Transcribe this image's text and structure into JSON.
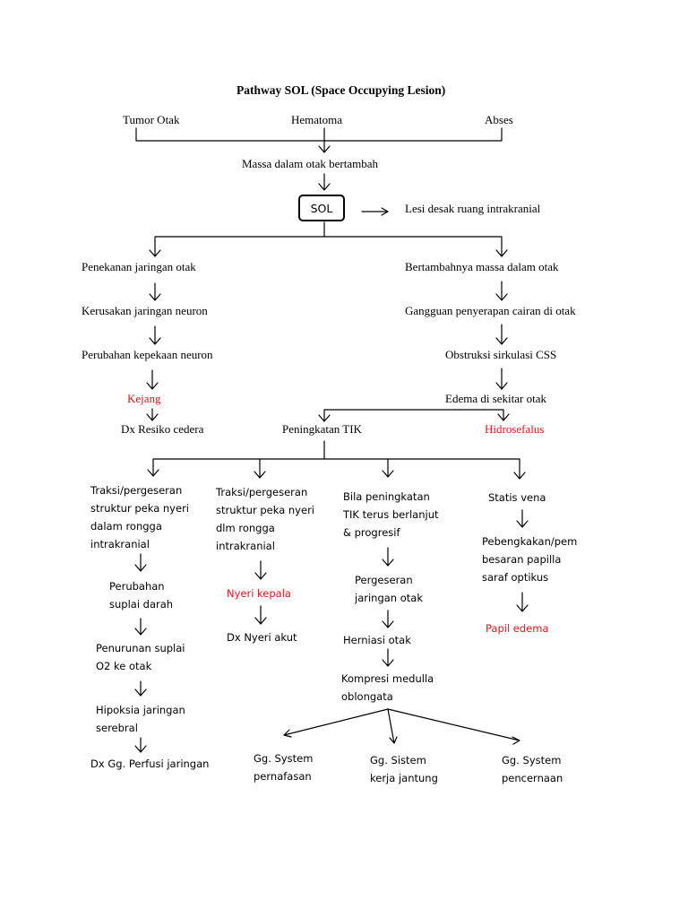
{
  "title": "Pathway SOL (Space Occupying Lesion)",
  "causes": {
    "tumor": "Tumor  Otak",
    "hematoma": "Hematoma",
    "abses": "Abses"
  },
  "massa": "Massa dalam otak bertambah",
  "sol": {
    "label": "SOL",
    "definition": "Lesi desak ruang intrakranial"
  },
  "left_chain": {
    "penekanan": "Penekanan jaringan otak",
    "kerusakan": "Kerusakan jaringan neuron",
    "perubahan": "Perubahan kepekaan neuron",
    "kejang": "Kejang",
    "dx_resiko": "Dx Resiko cedera"
  },
  "right_chain": {
    "bertambahnya": "Bertambahnya massa dalam otak",
    "gangguan": "Gangguan penyerapan cairan di otak",
    "obstruksi": "Obstruksi sirkulasi CSS",
    "edema": "Edema di sekitar otak",
    "hidrosefalus": "Hidrosefalus"
  },
  "peningkatan_tik": "Peningkatan TIK",
  "col1": {
    "traksi_lines": [
      "Traksi/pergeseran",
      "struktur peka nyeri",
      "dalam rongga",
      "intrakranial"
    ],
    "perubahan_lines": [
      "Perubahan",
      "suplai darah"
    ],
    "penurunan_lines": [
      "Penurunan suplai",
      "O2 ke otak"
    ],
    "hipoksia_lines": [
      "Hipoksia jaringan",
      "serebral"
    ],
    "dx_perfusi": "Dx Gg. Perfusi jaringan"
  },
  "col2": {
    "traksi_lines": [
      "Traksi/pergeseran",
      "struktur peka nyeri",
      "dlm rongga",
      "intrakranial"
    ],
    "nyeri_kepala": "Nyeri kepala",
    "dx_nyeri": "Dx Nyeri akut"
  },
  "col3": {
    "bila_lines": [
      "Bila peningkatan",
      "TIK terus berlanjut",
      "& progresif"
    ],
    "pergeseran_lines": [
      "Pergeseran",
      "jaringan otak"
    ],
    "herniasi": "Herniasi otak",
    "kompresi_lines": [
      "Kompresi medulla",
      "oblongata"
    ]
  },
  "col4": {
    "statis_vena": "Statis vena",
    "pebengkakan_lines": [
      "Pebengkakan/pem",
      "besaran papilla",
      "saraf optikus"
    ],
    "papil_edema": "Papil edema"
  },
  "outcomes": {
    "pernafasan_lines": [
      "Gg. System",
      "pernafasan"
    ],
    "jantung_lines": [
      "Gg. Sistem",
      "kerja jantung"
    ],
    "pencernaan_lines": [
      "Gg. System",
      "pencernaan"
    ]
  },
  "colors": {
    "ink": "#000000",
    "highlight": "#e8131b"
  }
}
